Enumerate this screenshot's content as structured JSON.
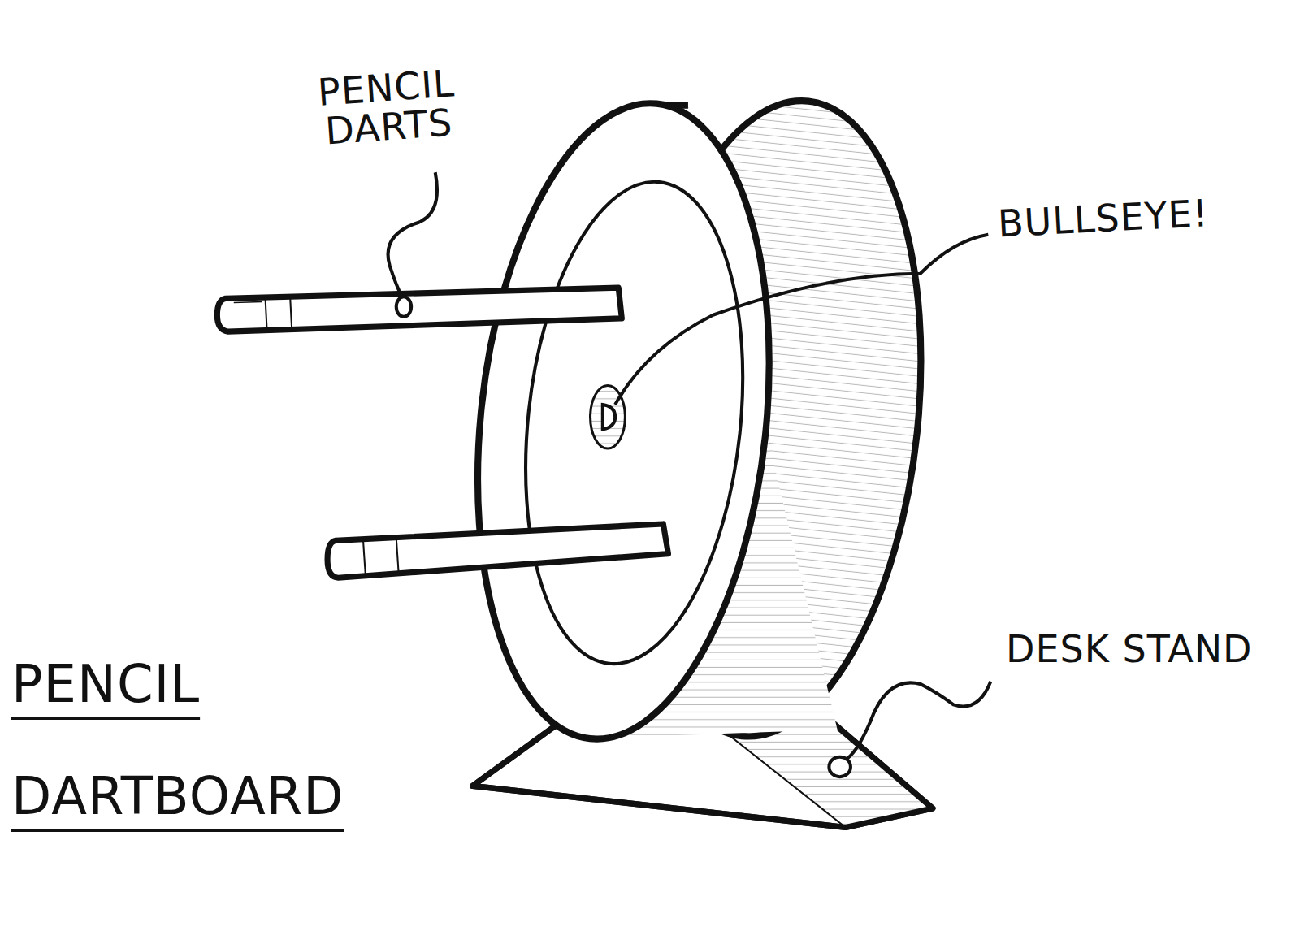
{
  "diagram": {
    "title": "PENCIL DARTBOARD",
    "labels": [
      "PENCIL DARTS",
      "BULLSEYE!",
      "DESK STAND"
    ]
  }
}
